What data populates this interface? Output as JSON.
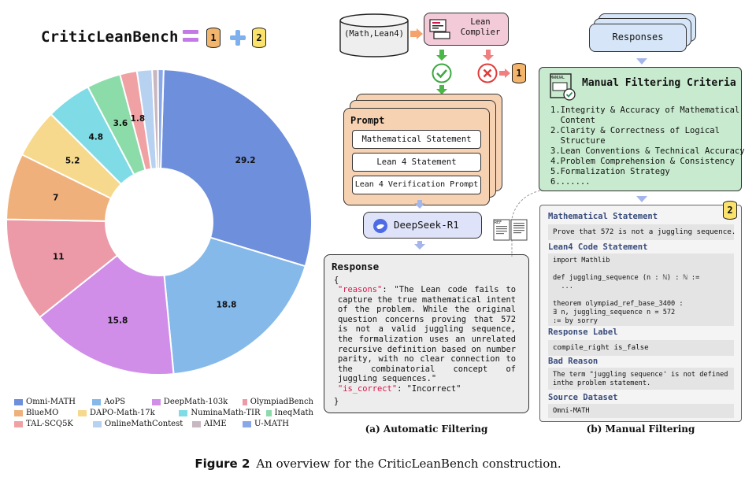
{
  "title": "CriticLeanBench",
  "can1": "1",
  "can2": "2",
  "chart_data": {
    "type": "pie",
    "donut": true,
    "categories": [
      "Omni-MATH",
      "AoPS",
      "DeepMath-103k",
      "OlympiadBench",
      "BlueMO",
      "DAPO-Math-17k",
      "NuminaMath-TIR",
      "IneqMath",
      "TAL-SCQ5K",
      "OnlineMathContest",
      "AIME",
      "U-MATH"
    ],
    "values": [
      29.2,
      18.8,
      15.8,
      11,
      7,
      5.2,
      4.8,
      3.6,
      1.8,
      1.6,
      0.6,
      0.6
    ],
    "labels": [
      "29.2",
      "18.8",
      "15.8",
      "11",
      "7",
      "5.2",
      "4.8",
      "3.6",
      "1.8",
      "",
      "",
      ""
    ],
    "colors": [
      "#6e8fdc",
      "#84b9ea",
      "#d08ee8",
      "#ed9aa8",
      "#efb07c",
      "#f6d98c",
      "#7fdbe6",
      "#8cdcaa",
      "#f0a1a4",
      "#b7d1f0",
      "#c8b7c0",
      "#88a8e8"
    ],
    "legend_placement": "bottom"
  },
  "auto": {
    "input": "(Math,Lean4)",
    "compiler": "Lean\nComplier",
    "prompt_title": "Prompt",
    "prompt_items": [
      "Mathematical Statement",
      "Lean 4 Statement",
      "Lean 4 Verification Prompt"
    ],
    "model": "DeepSeek-R1",
    "response_title": "Response",
    "response_open": "{",
    "reasons_key": "\"reasons\"",
    "reasons_val": ": \"The Lean code fails to capture the true mathematical intent of the problem. While the original question concerns proving that 572 is not a valid juggling sequence, the formalization uses an unrelated recursive definition based on number parity, with no clear connection to the combinatorial concept of juggling sequences.\"",
    "correct_key": "\"is_correct\"",
    "correct_val": ": \"Incorrect\"",
    "response_close": "}",
    "caption": "(a) Automatic Filtering"
  },
  "manual": {
    "responses": "Responses",
    "manual_icon": "MANUAL",
    "criteria_title": "Manual Filtering Criteria",
    "criteria": [
      "1.Integrity & Accuracy of Mathematical",
      "  Content",
      "2.Clarity & Correctness of Logical",
      "  Structure",
      "3.Lean Conventions & Technical Accuracy",
      "4.Problem Comprehension & Consistency",
      "5.Formalization Strategy",
      "6......."
    ],
    "ms_label": "Mathematical Statement",
    "ms_text": "Prove that 572 is not a juggling sequence.",
    "code_label": "Lean4 Code Statement",
    "code_text": "import Mathlib\n\ndef juggling_sequence (n : ℕ) : ℕ :=\n  ...\n\ntheorem olympiad_ref_base_3400 :\n∃ n, juggling_sequence n = 572\n:= by sorry",
    "resp_label": "Response Label",
    "resp_text": "compile_right is_false",
    "bad_label": "Bad Reason",
    "bad_text": "The term \"juggling sequence' is not defined\ninthe problem statement.",
    "src_label": "Source Dataset",
    "src_text": "Omni-MATH",
    "doc_icon": "REF",
    "caption": "(b) Manual Filtering"
  },
  "figure": {
    "label": "Figure 2",
    "text": "An overview for the CriticLeanBench construction."
  }
}
